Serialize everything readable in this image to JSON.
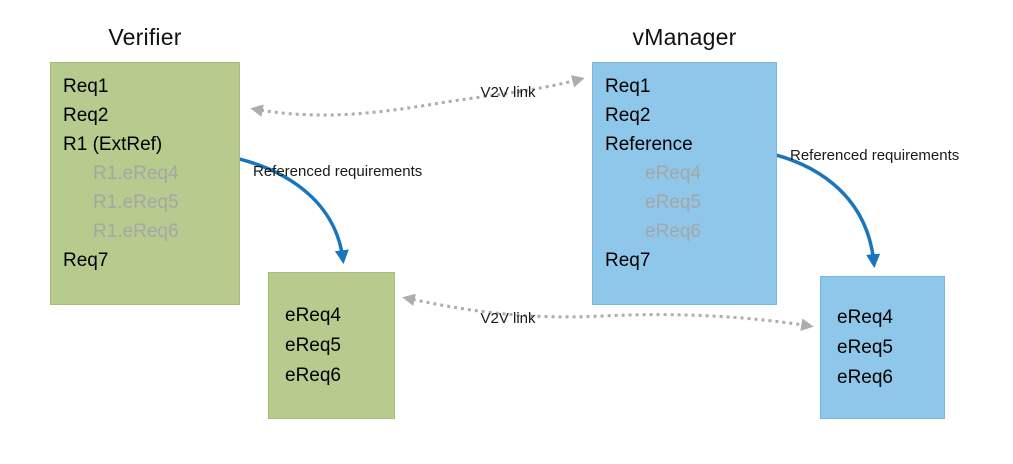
{
  "colors": {
    "green_box": "#b6cb8d",
    "green_border": "#a6bd74",
    "blue_box": "#8ec7e9",
    "blue_border": "#7ab6dc",
    "ghost_text": "#a6a6a6",
    "text": "#000000",
    "arrow_blue": "#1b75bc",
    "arrow_gray": "#adadad"
  },
  "verifier": {
    "title": "Verifier",
    "items": [
      "Req1",
      "Req2",
      "R1 (ExtRef)",
      "R1.eReq4",
      "R1.eReq5",
      "R1.eReq6",
      "Req7"
    ],
    "ref_items": [
      "eReq4",
      "eReq5",
      "eReq6"
    ]
  },
  "vmanager": {
    "title": "vManager",
    "items": [
      "Req1",
      "Req2",
      "Reference",
      "eReq4",
      "eReq5",
      "eReq6",
      "Req7"
    ],
    "ref_items": [
      "eReq4",
      "eReq5",
      "eReq6"
    ]
  },
  "labels": {
    "v2v_link_top": "V2V link",
    "v2v_link_bottom": "V2V link",
    "referenced_requirements_left": "Referenced requirements",
    "referenced_requirements_right": "Referenced requirements"
  }
}
